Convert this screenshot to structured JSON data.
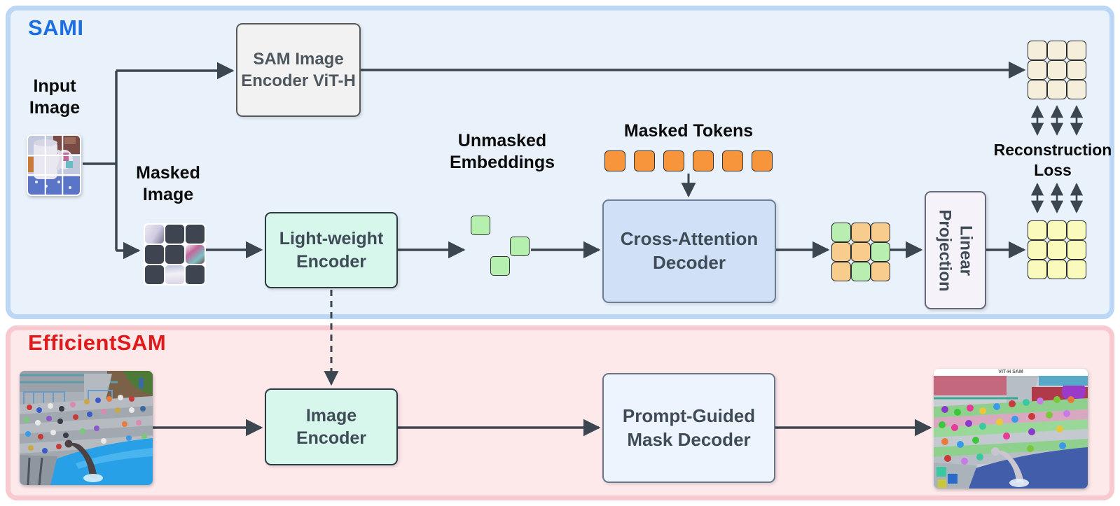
{
  "sami": {
    "label": "SAMI",
    "label_color": "#1b6fe0",
    "input_image": {
      "label_line1": "Input",
      "label_line2": "Image"
    },
    "masked_image": {
      "label_line1": "Masked",
      "label_line2": "Image",
      "pattern": [
        [
          "patch",
          "mask",
          "mask"
        ],
        [
          "mask",
          "mask",
          "patch"
        ],
        [
          "mask",
          "patch",
          "mask"
        ]
      ]
    },
    "sam_encoder": {
      "label_line1": "SAM Image",
      "label_line2": "Encoder ViT-H"
    },
    "lightweight_encoder": {
      "label_line1": "Light-weight",
      "label_line2": "Encoder"
    },
    "unmasked_embeddings": {
      "label_line1": "Unmasked",
      "label_line2": "Embeddings",
      "count": 3,
      "color": "#b6f0ae"
    },
    "masked_tokens": {
      "label": "Masked Tokens",
      "count": 6,
      "color": "#f7953c"
    },
    "cross_attention_decoder": {
      "label_line1": "Cross-Attention",
      "label_line2": "Decoder"
    },
    "linear_projection": {
      "label_line1": "Linear",
      "label_line2": "Projection"
    },
    "reconstruction_loss": {
      "label_line1": "Reconstruction",
      "label_line2": "Loss"
    },
    "grids": {
      "sam_target_features": {
        "pattern": [
          [
            "c",
            "c",
            "c"
          ],
          [
            "c",
            "c",
            "c"
          ],
          [
            "c",
            "c",
            "c"
          ]
        ]
      },
      "decoder_output": {
        "pattern": [
          [
            "g",
            "o",
            "o"
          ],
          [
            "o",
            "o",
            "g"
          ],
          [
            "o",
            "g",
            "o"
          ]
        ]
      },
      "projected_features": {
        "pattern": [
          [
            "y",
            "y",
            "y"
          ],
          [
            "y",
            "y",
            "y"
          ],
          [
            "y",
            "y",
            "y"
          ]
        ]
      }
    },
    "cell_colors": {
      "g": "#b8efb0",
      "o": "#f8cc8c",
      "c": "#f4eedb",
      "y": "#fafabc"
    },
    "arrow_color": "#3c4650"
  },
  "efficientsam": {
    "label": "EfficientSAM",
    "label_color": "#e01a1a",
    "image_encoder": {
      "label_line1": "Image",
      "label_line2": "Encoder"
    },
    "mask_decoder": {
      "label_line1": "Prompt-Guided",
      "label_line2": "Mask Decoder"
    },
    "output_image_caption": "VIT-H SAM"
  }
}
